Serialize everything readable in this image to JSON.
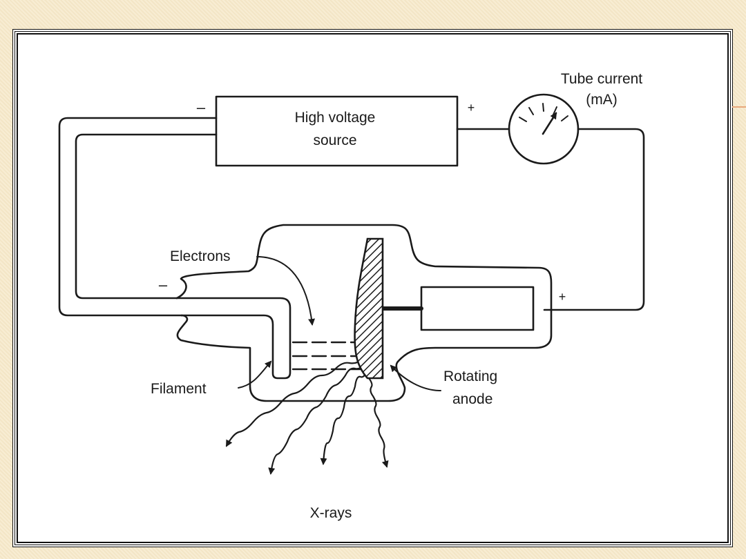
{
  "diagram": {
    "labels": {
      "tube_current": "Tube current",
      "tube_current_unit": "(mA)",
      "hv_line1": "High voltage",
      "hv_line2": "source",
      "minus_top": "–",
      "plus_top": "+",
      "electrons": "Electrons",
      "minus_left": "–",
      "plus_right": "+",
      "filament": "Filament",
      "rotating_line1": "Rotating",
      "rotating_line2": "anode",
      "xrays": "X-rays"
    }
  },
  "colors": {
    "background": "#f7e9c9",
    "ink": "#1a1a1a",
    "frame": "#111111",
    "accent": "#e8a87c"
  }
}
